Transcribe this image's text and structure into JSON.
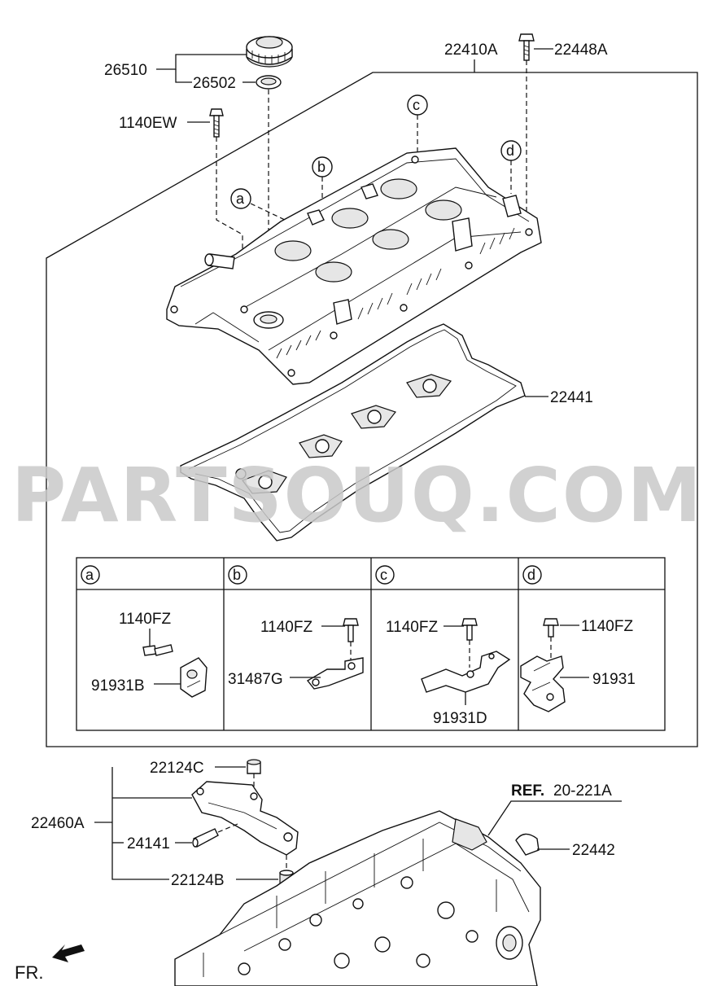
{
  "labels": {
    "p26510": "26510",
    "p26502": "26502",
    "p1140EW": "1140EW",
    "p22410A": "22410A",
    "p22448A": "22448A",
    "p22441": "22441",
    "cell_a_bolt": "1140FZ",
    "cell_a_part": "91931B",
    "cell_b_bolt": "1140FZ",
    "cell_b_part": "31487G",
    "cell_c_bolt": "1140FZ",
    "cell_c_part": "91931D",
    "cell_d_bolt": "1140FZ",
    "cell_d_part": "91931",
    "p22124C": "22124C",
    "p22460A": "22460A",
    "p24141": "24141",
    "p22124B": "22124B",
    "ref_bold": "REF.",
    "ref_num": "20-221A",
    "p22442": "22442",
    "front": "FR."
  },
  "callouts": {
    "a": "a",
    "b": "b",
    "c": "c",
    "d": "d"
  },
  "table_headers": [
    "a",
    "b",
    "c",
    "d"
  ],
  "watermark": "PARTSOUQ.COM"
}
